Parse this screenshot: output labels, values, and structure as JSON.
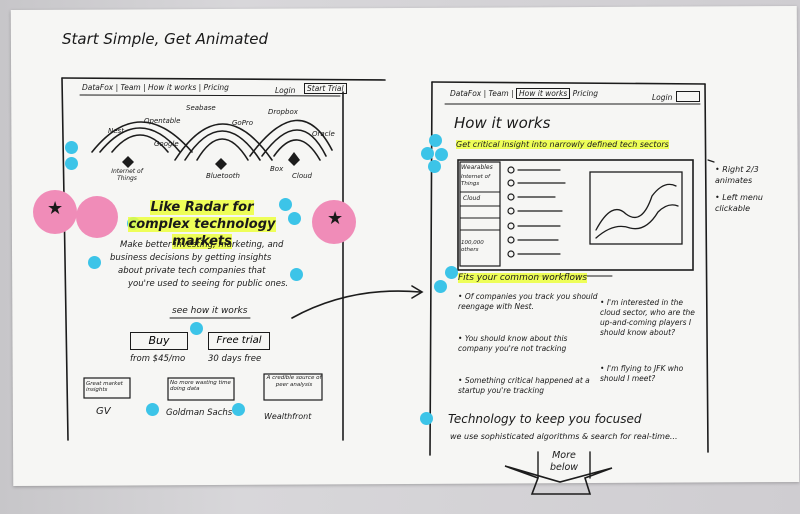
{
  "header": {
    "title": "Start Simple, Get Animated"
  },
  "left_sketch": {
    "nav": {
      "brand": "DataFox",
      "team": "Team",
      "how": "How it works",
      "pricing": "Pricing",
      "login": "Login",
      "trial": "Start Trial"
    },
    "radar_labels": {
      "seabase": "Seabase",
      "dropbox": "Dropbox",
      "next": "Nest",
      "opentable": "Opentable",
      "gopro": "GoPro",
      "oracle": "Oracle",
      "google": "Google",
      "iot": "Internet of Things",
      "bluetooth": "Bluetooth",
      "box": "Box",
      "cloud": "Cloud"
    },
    "headline": "Like Radar for complex technology markets",
    "subtext": [
      "Make better investing, marketing, and",
      "business decisions by getting insights",
      "about private tech companies that",
      "you're used to seeing for public ones."
    ],
    "see_link": "see how it works",
    "buy_label": "Buy",
    "trial_label": "Free trial",
    "buy_price": "from $45/mo",
    "trial_terms": "30 days free",
    "testimonials": [
      {
        "quote": "Great market insights",
        "company": "GV"
      },
      {
        "quote": "No more wasting time doing data",
        "company": "Goldman Sachs"
      },
      {
        "quote": "A credible source of peer analysis",
        "company": "Wealthfront"
      }
    ]
  },
  "right_sketch": {
    "nav": {
      "brand": "DataFox",
      "team": "Team",
      "how": "How it works",
      "pricing": "Pricing",
      "login": "Login"
    },
    "title": "How it works",
    "subtitle": "Get critical insight into narrowly defined tech sectors",
    "menu": [
      "Wearables",
      "Internet of Things",
      "Cloud",
      "100,000 others"
    ],
    "workflows_title": "Fits your common workflows",
    "bullets_left": [
      "Of companies you track you should reengage with Nest.",
      "You should know about this company you're not tracking",
      "Something critical happened at a startup you're tracking"
    ],
    "bullets_right": [
      "I'm interested in the cloud sector, who are the up-and-coming players I should know about?",
      "I'm flying to JFK who should I meet?"
    ],
    "tech_title": "Technology to keep you focused",
    "tech_sub": "we use sophisticated algorithms & search for real-time...",
    "more_below": "More below"
  },
  "side_note": [
    "Right 2/3 animates",
    "Left menu clickable"
  ]
}
